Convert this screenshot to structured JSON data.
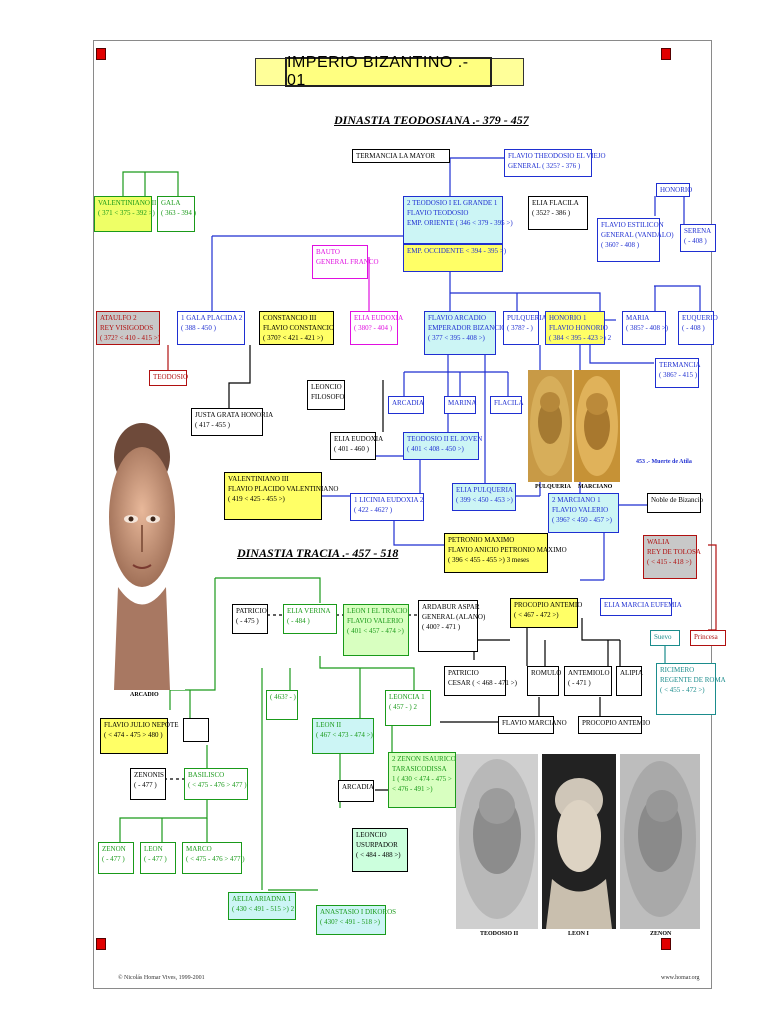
{
  "title": "IMPERIO BIZANTINO .- 01",
  "dynasty1": "DINASTIA  TEODOSIANA .- 379 - 457",
  "dynasty2": "DINASTIA  TRACIA .-  457 - 518",
  "boxes": {
    "termancia_mayor": [
      "TERMANCIA LA MAYOR"
    ],
    "flavio_teodosio_viejo": [
      "FLAVIO THEODOSIO EL VIEJO",
      "GENERAL  ( 325? - 376 )"
    ],
    "honorio_top": [
      "HONORIO"
    ],
    "valentiniano2": [
      "VALENTINIANO II",
      "( 371 < 375 - 392 >)"
    ],
    "gala": [
      "GALA",
      "( 363 - 394 )"
    ],
    "teodosio1": [
      "2   TEODOSIO I EL GRANDE          1",
      "     FLAVIO TEODOSIO",
      "     EMP. ORIENTE  ( 346 < 379 - 395 >)"
    ],
    "teodosio1_occ": [
      "EMP. OCCIDENTE    < 394 - 395 >)"
    ],
    "elia_flacila": [
      "ELIA FLACILA",
      "( 352? - 386 )"
    ],
    "flavio_estilicon": [
      "FLAVIO ESTILICON",
      "GENERAL (VANDALO)",
      "( 360? - 408 )"
    ],
    "serena": [
      "SERENA",
      "(     - 408 )"
    ],
    "bauto": [
      "BAUTO",
      "GENERAL FRANCO"
    ],
    "ataulfo": [
      "ATAULFO                  2",
      "REY VISIGODOS",
      "( 372? < 410 - 415 >)"
    ],
    "gala_placidia": [
      "1   GALA PLACIDA    2",
      "     ( 388 - 450 )"
    ],
    "constancio3": [
      "CONSTANCIO III",
      "FLAVIO CONSTANCIO",
      "( 370? < 421 - 421 >)"
    ],
    "elia_eudoxia1": [
      "ELIA EUDOXIA",
      "( 380? - 404 )"
    ],
    "flavio_arcadio": [
      "FLAVIO ARCADIO",
      "EMPERADOR BIZANCIO",
      "( 377 < 395 - 408 >)"
    ],
    "pulqueria1": [
      "PULQUERIA",
      "( 378? -     )"
    ],
    "honorio_emp": [
      "HONORIO                    1",
      "FLAVIO HONORIO",
      "( 384 < 395 - 423 >)   2"
    ],
    "maria": [
      "MARIA",
      "( 385? - 408 >)"
    ],
    "euquerio": [
      "EUQUERIO",
      "(     - 408 )"
    ],
    "teodosio_small": [
      "TEODOSIO"
    ],
    "termancia2": [
      "TERMANCIA",
      "( 386? - 415 )"
    ],
    "leoncio_filosofo": [
      "LEONCIO",
      "FILOSOFO"
    ],
    "arcadia": [
      "ARCADIA"
    ],
    "marina": [
      "MARINA"
    ],
    "flacila": [
      "FLACILA"
    ],
    "justa_grata": [
      "JUSTA GRATA HONORIA",
      "( 417 - 455 )"
    ],
    "elia_eudoxia2": [
      "ELIA EUDOXIA",
      "( 401 - 460 )"
    ],
    "teodosio2": [
      "TEODOSIO II EL JOVEN",
      "( 401 < 408 - 450 >)"
    ],
    "valentiniano3": [
      "VALENTINIANO III",
      "FLAVIO PLACIDO VALENTINIANO",
      "( 419 < 425 - 455 >)"
    ],
    "licinia_eudoxia": [
      "1   LICINIA  EUDOXIA   2",
      "     ( 422 - 462? )"
    ],
    "elia_pulqueria": [
      "ELIA PULQUERIA",
      "( 399 < 450 - 453 >)"
    ],
    "marciano": [
      "2   MARCIANO           1",
      "     FLAVIO VALERIO",
      "     ( 396? < 450 - 457 >)"
    ],
    "noble_bizancio": [
      "Noble de Bizancio"
    ],
    "petronio_maximo": [
      "PETRONIO MAXIMO",
      "FLAVIO ANICIO PETRONIO MAXIMO",
      "( 396 < 455 - 455 >) 3 meses"
    ],
    "walia": [
      "WALIA",
      "REY DE TOLOSA",
      "(     < 415 - 418 >)"
    ],
    "patricio1": [
      "PATRICIO",
      "(     - 475 )"
    ],
    "elia_verina": [
      "ELIA VERINA",
      "(     - 484 )"
    ],
    "leon1": [
      "LEON I EL TRACIO",
      "FLAVIO VALERIO",
      "( 401 < 457 - 474 >)"
    ],
    "ardabur": [
      "ARDABUR  ASPAR",
      "GENERAL (ALANO)",
      "( 400? - 471 )"
    ],
    "procopio_antemio": [
      "PROCOPIO ANTEMIO",
      "(     < 467 - 472 >)"
    ],
    "elia_marcia": [
      "ELIA MARCIA EUFEMIA"
    ],
    "suevo": [
      "Suevo"
    ],
    "princesa": [
      "Princesa"
    ],
    "patricio_cesar": [
      "PATRICIO",
      "CESAR  (     < 468 - 471 >)"
    ],
    "romulo": [
      "ROMULO"
    ],
    "antemiolo": [
      "ANTEMIOLO",
      "(     - 471 )"
    ],
    "alipia": [
      "ALIPIA"
    ],
    "ricimero": [
      "RICIMERO",
      "REGENTE DE ROMA",
      "(     < 455 - 472 >)"
    ],
    "unknown_463": [
      "( 463? -     )"
    ],
    "leoncia": [
      "LEONCIA   1",
      "( 457 -     )    2"
    ],
    "flavio_marciano": [
      "FLAVIO MARCIANO"
    ],
    "procopio_antemio2": [
      "PROCOPIO ANTEMIO"
    ],
    "flavio_julio_nepote": [
      "FLAVIO JULIO NEPOTE",
      "(     < 474 - 475 > 480 )"
    ],
    "leon2": [
      "LEON  II",
      "( 467 < 473 - 474 >)"
    ],
    "zenon_isaurico": [
      "2   ZENON  ISAURICO",
      "     TARASICODISSA",
      "1   ( 430 < 474 - 475 >",
      "          < 476 - 491 >)"
    ],
    "zenonis": [
      "ZENONIS",
      "(     - 477 )"
    ],
    "basilisco": [
      "BASILISCO",
      "(     < 475 - 476 > 477 )"
    ],
    "arcadia2": [
      "ARCADIA"
    ],
    "leoncio_usurpador": [
      "LEONCIO",
      "USURPADOR",
      "(     < 484 - 488 >)"
    ],
    "zenon": [
      "ZENON",
      "(     - 477 )"
    ],
    "leon": [
      "LEON",
      "(     - 477 )"
    ],
    "marco": [
      "MARCO",
      "(     < 475 - 476 > 477 )"
    ],
    "aelia_ariadna": [
      "AELIA ARIADNA            1",
      "( 430 < 491 - 515 >)   2"
    ],
    "anastasio": [
      "ANASTASIO I DIKOROS",
      "( 430? < 491 - 518 >)"
    ]
  },
  "captions": {
    "pulqueria": "PULQUERIA",
    "marciano": "MARCIANO",
    "atila": "453 .- Muerte de Atila",
    "arcadio": "ARCADIO",
    "teodosio2": "TEODOSIO II",
    "leon1": "LEON I",
    "zenon": "ZENON"
  },
  "footer": {
    "copyright": "© Nicolás Homar Vives, 1999-2001",
    "site": "www.homar.org"
  }
}
